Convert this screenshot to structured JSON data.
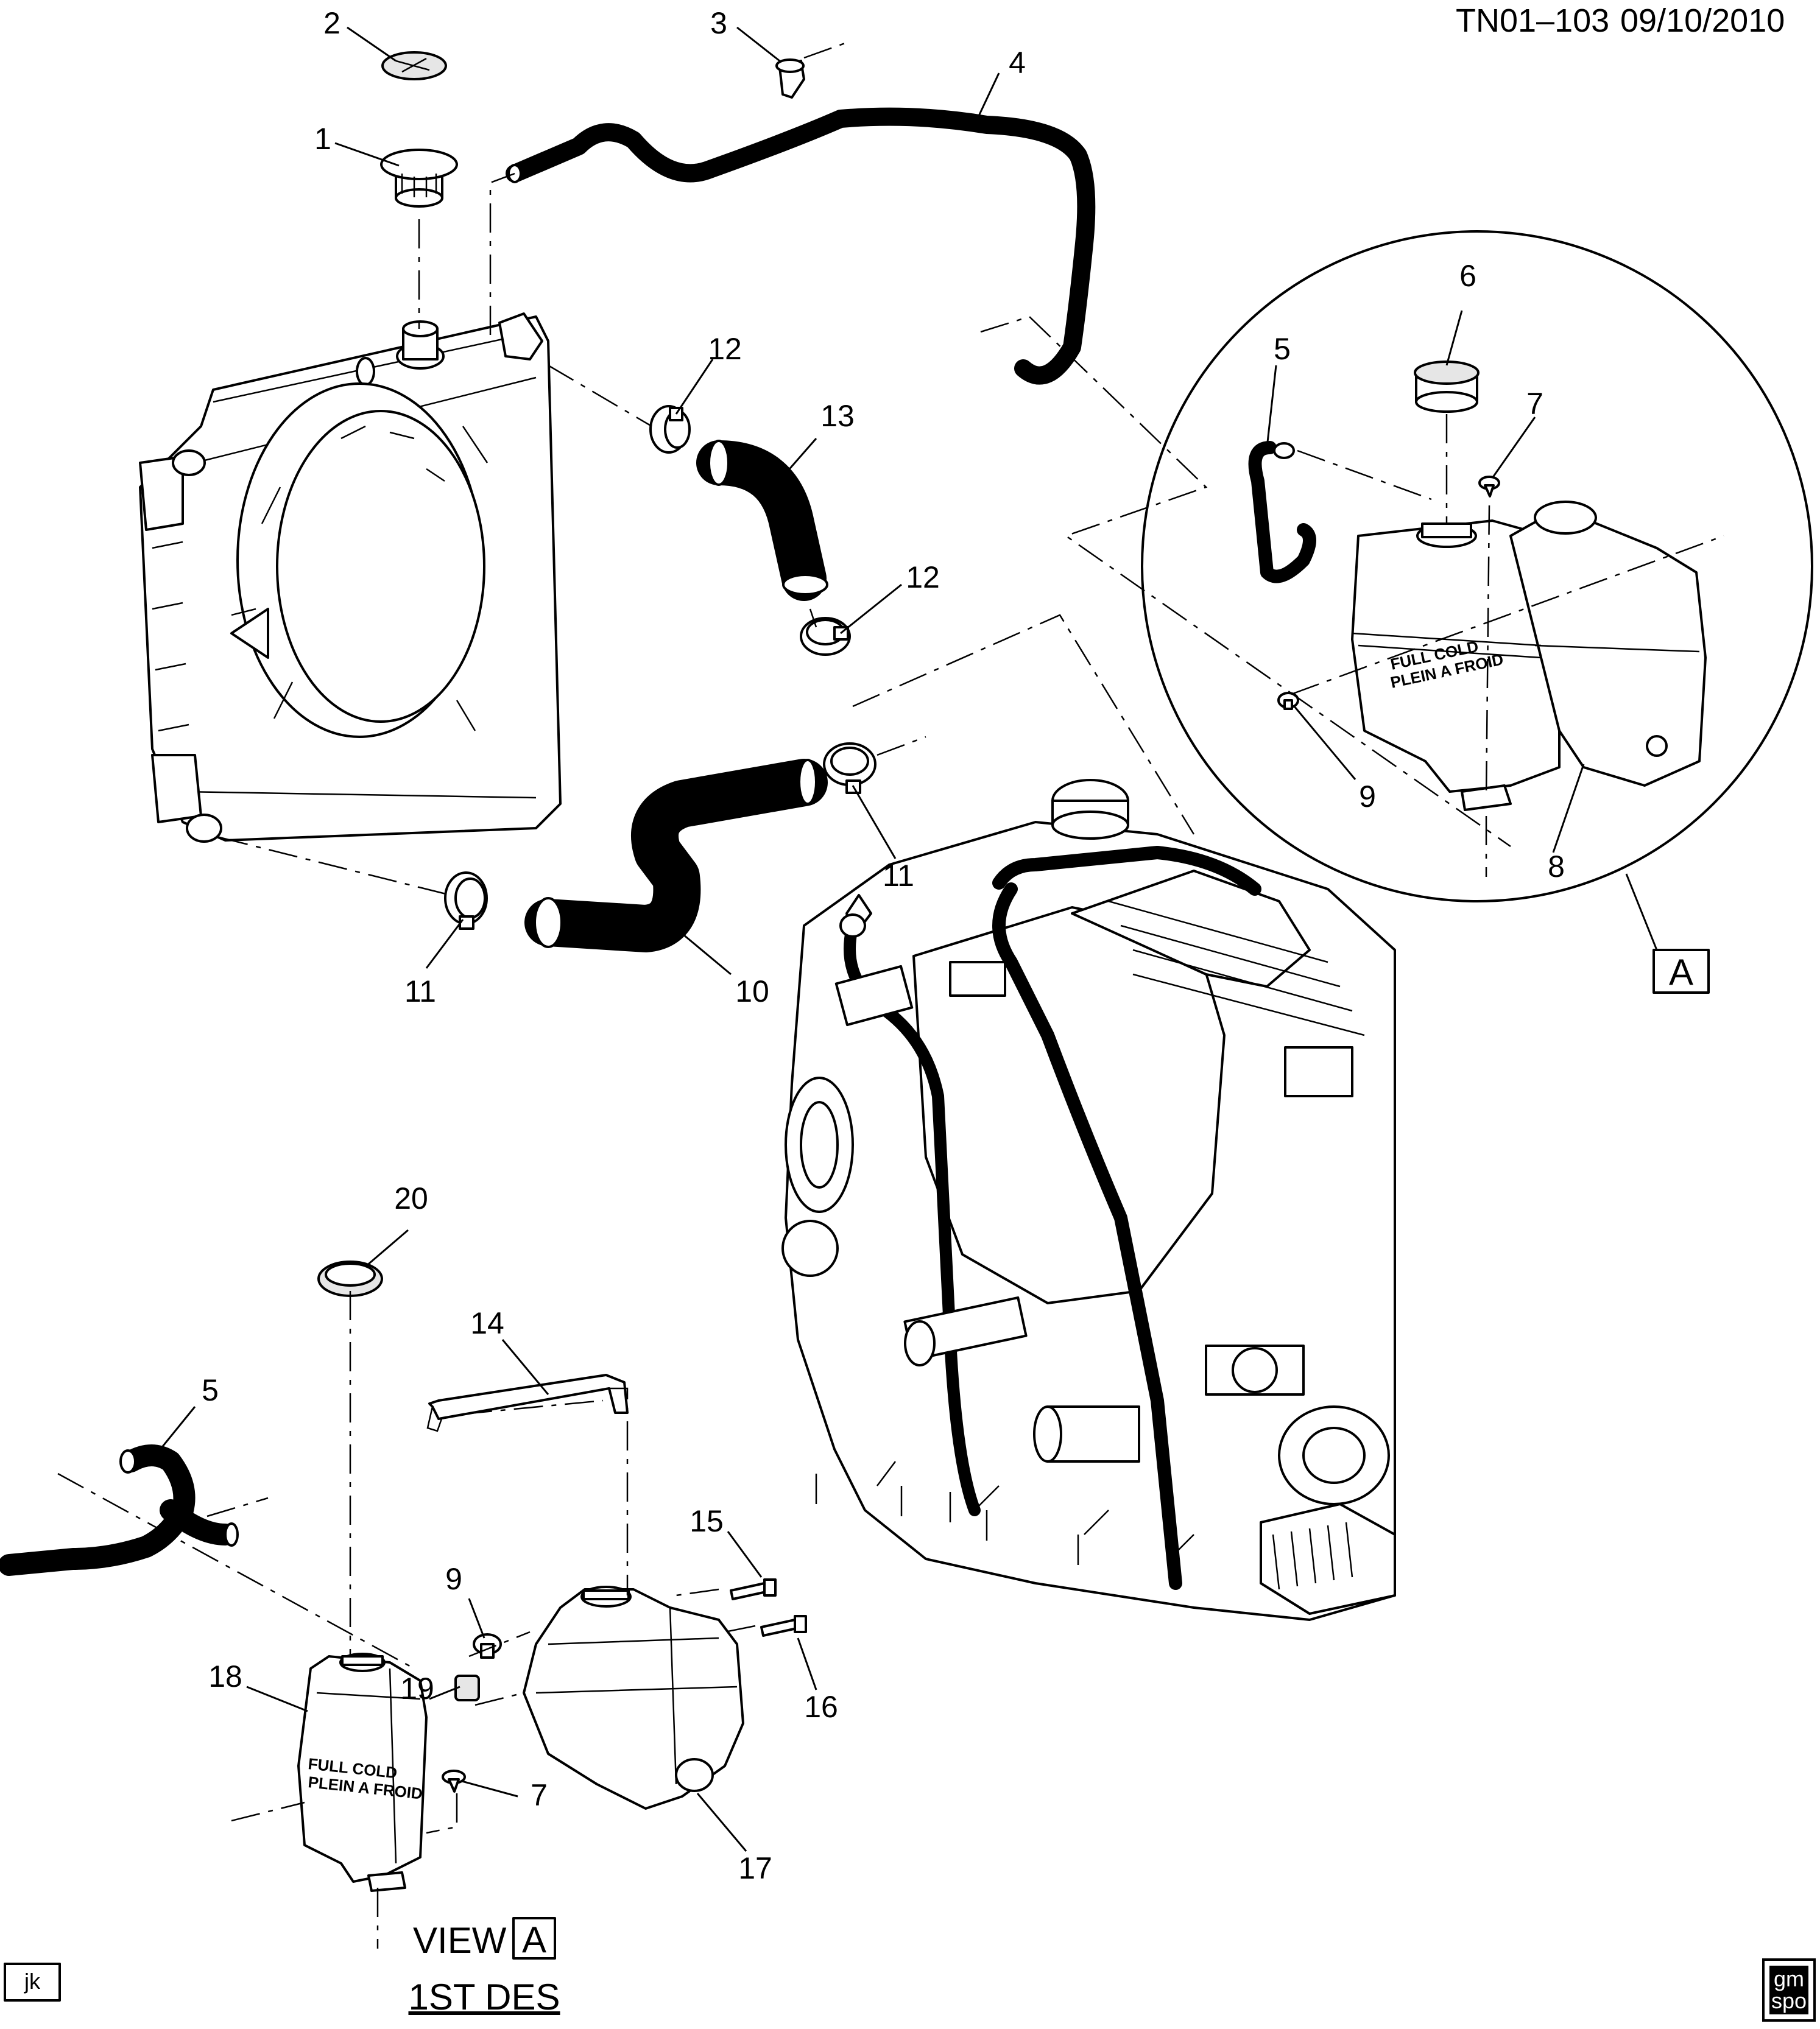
{
  "header": {
    "doc_id": "TN01–103",
    "date": "09/10/2010"
  },
  "callouts": {
    "c1": "1",
    "c2": "2",
    "c3": "3",
    "c4": "4",
    "c5a": "5",
    "c6": "6",
    "c7a": "7",
    "c8": "8",
    "c9a": "9",
    "c10": "10",
    "c11a": "11",
    "c11b": "11",
    "c12a": "12",
    "c12b": "12",
    "c13": "13",
    "c14": "14",
    "c15": "15",
    "c16": "16",
    "c17": "17",
    "c18": "18",
    "c19": "19",
    "c20": "20",
    "c5b": "5",
    "c7b": "7",
    "c9b": "9"
  },
  "view_ref": {
    "box_letter": "A"
  },
  "footer": {
    "view_word": "VIEW",
    "view_letter": "A",
    "design": "1ST DES",
    "initials": "jk",
    "logo_top": "gm",
    "logo_bottom": "spo"
  },
  "tank_text": {
    "line1": "FULL COLD",
    "line2": "PLEIN A FROID"
  }
}
